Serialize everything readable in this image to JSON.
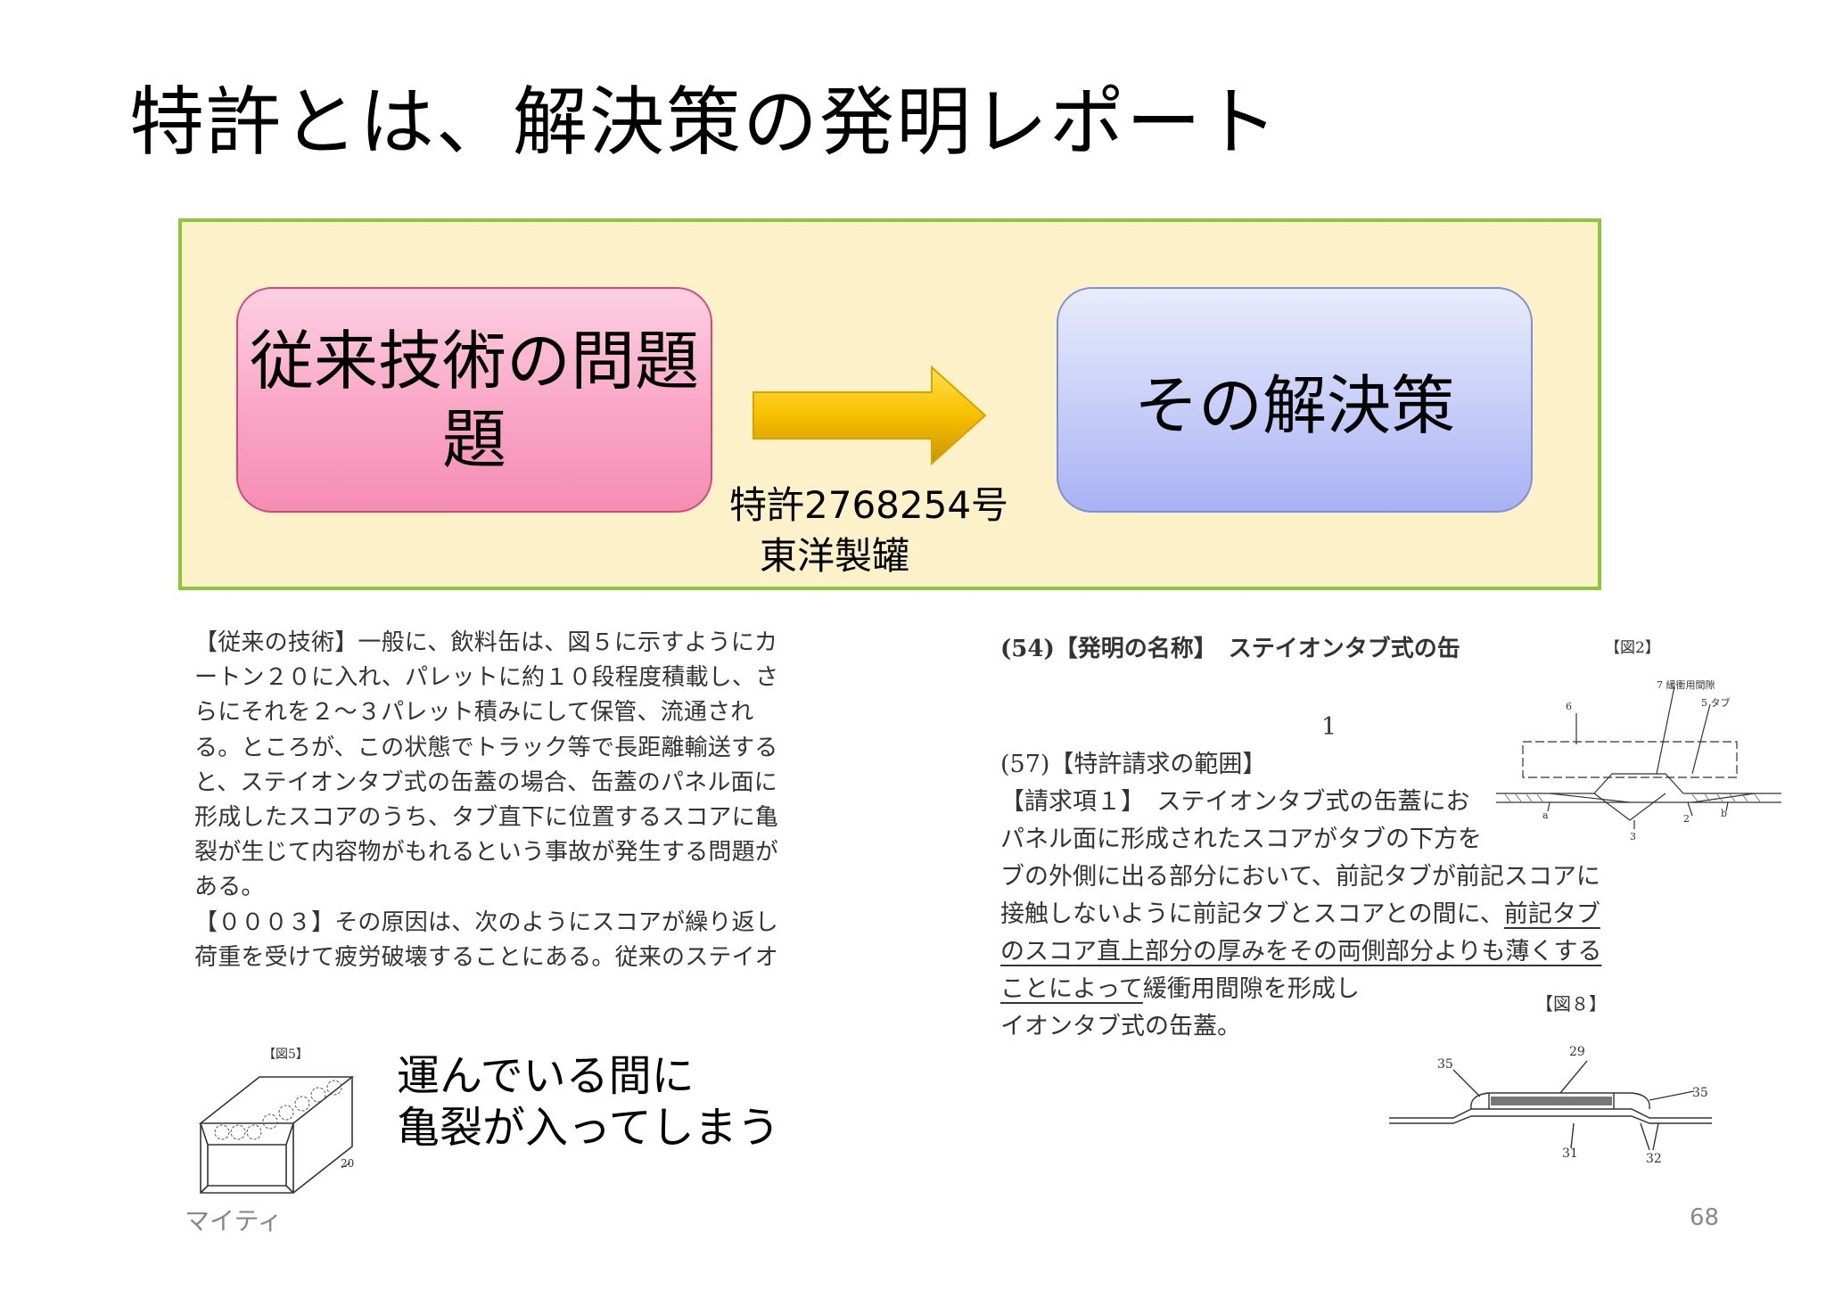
{
  "slide": {
    "title": "特許とは、解決策の発明レポート",
    "problem_label": "従来技術の問題",
    "problem_label_2": "題",
    "solution_label": "その解決策",
    "patent_number": "特許2768254号",
    "company": "東洋製罐",
    "transport_note_1": "運んでいる間に",
    "transport_note_2": "亀裂が入ってしまう",
    "footer_author": "マイティ",
    "page_number": "68"
  },
  "prior_art": {
    "lines": [
      "【従来の技術】一般に、飲料缶は、図５に示すようにカ",
      "ートン２０に入れ、パレットに約１０段程度積載し、さ",
      "らにそれを２～３パレット積みにして保管、流通され",
      "る。ところが、この状態でトラック等で長距離輸送する",
      "と、ステイオンタブ式の缶蓋の場合、缶蓋のパネル面に",
      "形成したスコアのうち、タブ直下に位置するスコアに亀",
      "裂が生じて内容物がもれるという事故が発生する問題が",
      "ある。",
      "【０００３】その原因は、次のようにスコアが繰り返し",
      "荷重を受けて疲労破壊することにある。従来のステイオ"
    ]
  },
  "claims": {
    "invention_name": "(54)【発明の名称】　ステイオンタブ式の缶",
    "page_no": "1",
    "scope_heading": "(57)【特許請求の範囲】",
    "line1": "【請求項１】　ステイオンタブ式の缶蓋にお",
    "line2": "パネル面に形成されたスコアがタブの下方を",
    "line3": "ブの外側に出る部分において、前記タブが前記スコアに",
    "line4_a": "接触しないように前記タブとスコアとの間に、",
    "line4_b": "前記タブ",
    "line5": "のスコア直上部分の厚みをその両側部分よりも薄くする",
    "line6_a": "ことによって",
    "line6_b": "緩衝用間隙を形成し",
    "line7": "イオンタブ式の缶蓋。"
  },
  "figures": {
    "fig5_label": "【図5】",
    "fig5_ref": "20",
    "fig2_label": "【図2】",
    "fig2_labels": [
      "7 緩衝用間隙",
      "5 タブ",
      "6",
      "a",
      "3",
      "2",
      "b"
    ],
    "fig8_label": "【図８】",
    "fig8_labels": [
      "35",
      "29",
      "35",
      "31",
      "32"
    ]
  }
}
